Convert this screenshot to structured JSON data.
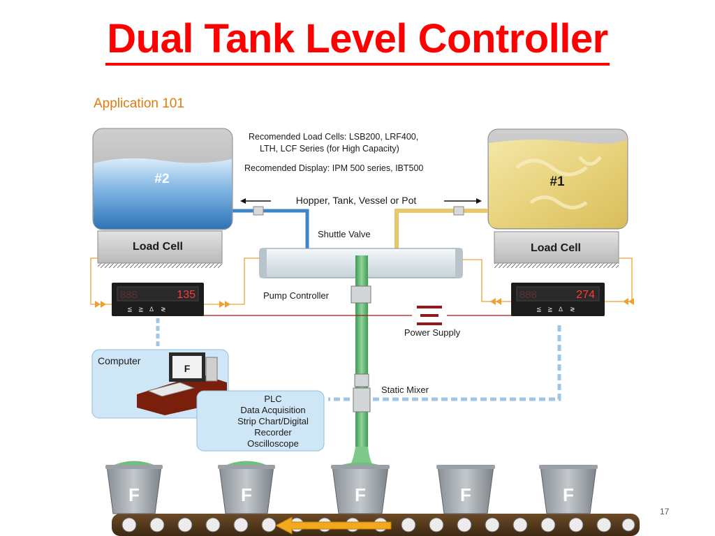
{
  "slide": {
    "title": "Dual Tank Level Controller",
    "page_number": "17"
  },
  "diagram": {
    "heading": "Application 101",
    "recommended_load_cells_line1": "Recomended Load Cells:  LSB200, LRF400,",
    "recommended_load_cells_line2": "LTH, LCF Series (for High Capacity)",
    "recommended_display": "Recomended Display: IPM 500 series, IBT500",
    "hopper_label": "Hopper, Tank, Vessel or Pot",
    "tank_left_label": "#2",
    "tank_right_label": "#1",
    "load_cell_left": "Load Cell",
    "load_cell_right": "Load Cell",
    "shuttle_valve": "Shuttle Valve",
    "pump_controller": "Pump Controller",
    "power_supply": "Power Supply",
    "static_mixer": "Static Mixer",
    "computer": "Computer",
    "plc_lines": [
      "PLC",
      "Data Acquisition",
      "Strip Chart/Digital",
      "Recorder",
      "Oscilloscope"
    ],
    "display_left_value": "135",
    "display_right_value": "274",
    "display_buttons": [
      "≦",
      "≧",
      "Δ",
      "≷"
    ],
    "colors": {
      "title_red": "#ff0000",
      "heading_orange": "#e07a10",
      "blue_liquid": "#3c86c9",
      "yellow_liquid": "#e6d27a",
      "green_mix": "#59b56a",
      "signal_orange": "#f0a030",
      "power_red": "#b3121b",
      "panel_blue": "#cfe6f7"
    }
  }
}
